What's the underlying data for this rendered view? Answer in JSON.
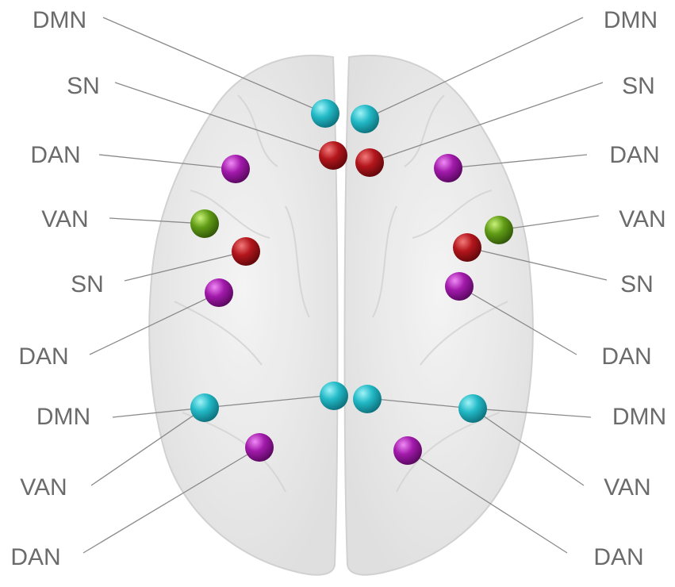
{
  "network_colors": {
    "DMN": "#1fb8c4",
    "SN": "#b0161c",
    "DAN": "#a01aa8",
    "VAN": "#5f9a14"
  },
  "nodes": [
    {
      "id": "l-dmn-front",
      "network": "DMN",
      "label": "DMN"
    },
    {
      "id": "r-dmn-front",
      "network": "DMN",
      "label": "DMN"
    },
    {
      "id": "l-sn-front",
      "network": "SN",
      "label": "SN"
    },
    {
      "id": "r-sn-front",
      "network": "SN",
      "label": "SN"
    },
    {
      "id": "l-dan-front",
      "network": "DAN",
      "label": "DAN"
    },
    {
      "id": "r-dan-front",
      "network": "DAN",
      "label": "DAN"
    },
    {
      "id": "l-van-mid",
      "network": "VAN",
      "label": "VAN"
    },
    {
      "id": "r-van-mid",
      "network": "VAN",
      "label": "VAN"
    },
    {
      "id": "l-sn-mid",
      "network": "SN",
      "label": "SN"
    },
    {
      "id": "r-sn-mid",
      "network": "SN",
      "label": "SN"
    },
    {
      "id": "l-dan-mid",
      "network": "DAN",
      "label": "DAN"
    },
    {
      "id": "r-dan-mid",
      "network": "DAN",
      "label": "DAN"
    },
    {
      "id": "l-dmn-post",
      "network": "DMN",
      "label": "DMN"
    },
    {
      "id": "r-dmn-post",
      "network": "DMN",
      "label": "DMN"
    },
    {
      "id": "l-van-post",
      "network": "VAN",
      "label": "VAN"
    },
    {
      "id": "r-van-post",
      "network": "VAN",
      "label": "VAN"
    },
    {
      "id": "l-dan-post",
      "network": "DAN",
      "label": "DAN"
    },
    {
      "id": "r-dan-post",
      "network": "DAN",
      "label": "DAN"
    }
  ]
}
